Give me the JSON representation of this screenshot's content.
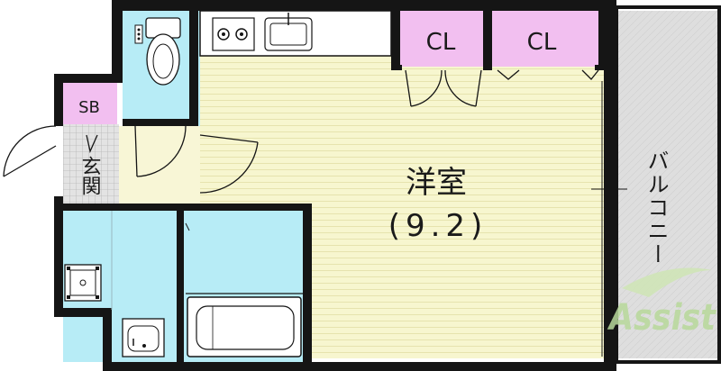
{
  "rooms": {
    "western_room": {
      "label": "洋室",
      "size": "(9.2)"
    },
    "closet_left": {
      "label": "CL"
    },
    "closet_right": {
      "label": "CL"
    },
    "shoe_box": {
      "label": "SB"
    },
    "entrance": {
      "label": "玄関"
    },
    "balcony": {
      "label": "バルコニー"
    }
  },
  "watermark": {
    "text": "Assist"
  },
  "colors": {
    "wall": "#151515",
    "western_room_fill": "#f7f6cf",
    "wet_area_fill": "#b7ecf6",
    "closet_fill": "#f2bff0",
    "hall_fill": "#f8f6d6",
    "entrance_tile": "#d9d9d9",
    "balcony_fill": "#dcdcdc",
    "watermark_green": "#b8d99b"
  }
}
